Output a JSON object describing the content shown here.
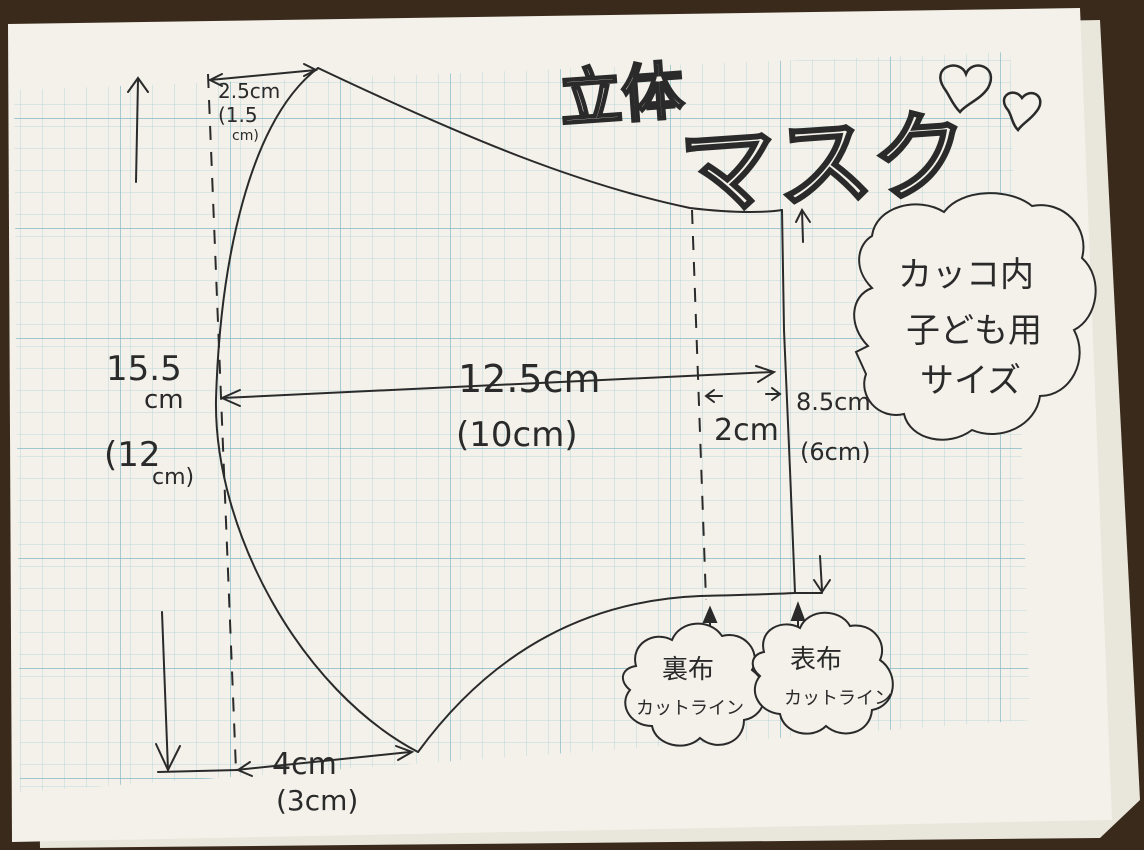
{
  "title": {
    "line1": "立体",
    "line2": "マスク"
  },
  "note_bubble": {
    "line1": "カッコ内",
    "line2": "子ども用",
    "line3": "サイズ"
  },
  "dimensions": {
    "top_width": "2.5cm",
    "top_width_child": "(1.5",
    "top_width_child_unit": "cm)",
    "height_value": "15.5",
    "height_unit": "cm",
    "height_child_value": "(12",
    "height_child_unit": "cm)",
    "length": "12.5cm",
    "length_child": "(10cm)",
    "seam_allowance": "2cm",
    "edge_height": "8.5cm",
    "edge_height_child": "(6cm)",
    "bottom_width": "4cm",
    "bottom_width_child": "(3cm)"
  },
  "labels": {
    "lining_line1": "裏布",
    "lining_line2": "カットライン",
    "outer_line1": "表布",
    "outer_line2": "カットライン"
  },
  "colors": {
    "paper": "#f3f1ea",
    "grid": "#9cc7d3",
    "ink": "#2a2a2a",
    "desk": "#3a2a1c"
  }
}
